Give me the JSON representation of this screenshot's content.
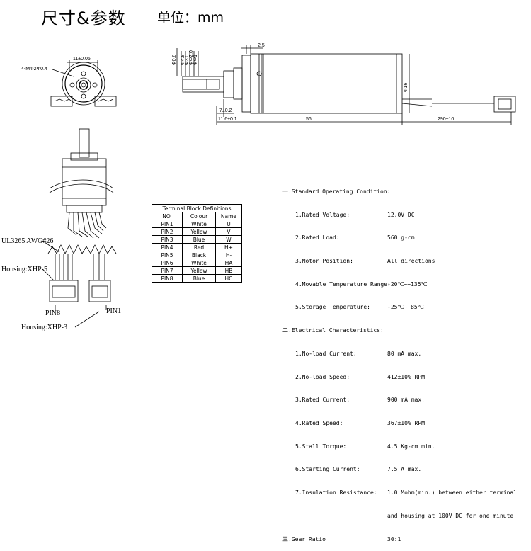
{
  "header": {
    "title": "尺寸&参数",
    "unit": "单位：mm"
  },
  "drawing": {
    "front_view": {
      "hole_callout": "4-MΦ2Φ0.4",
      "width_dim": "11±0.05"
    },
    "side_view": {
      "dims_left": [
        "Φ0.6",
        "Φ4.8",
        "Φ3.0",
        "ΦΦ2.0",
        "ΦΦ1"
      ],
      "dim_top": "2.5",
      "dim_shaft": "7±0.2",
      "dim_lead": "11.6±0.1",
      "dim_body": "56",
      "dim_wire": "290±10",
      "dim_diameter": "Φ16"
    },
    "wiring": {
      "cable": "UL3265 AWG#26",
      "housing_5": "Housing:XHP-5",
      "housing_3": "Housing:XHP-3",
      "pin8": "PIN8",
      "pin1": "PIN1"
    }
  },
  "terminal_table": {
    "caption": "Terminal Block Definitions",
    "headers": [
      "NO.",
      "Colour",
      "Name"
    ],
    "rows": [
      [
        "PIN1",
        "White",
        "U"
      ],
      [
        "PIN2",
        "Yellow",
        "V"
      ],
      [
        "PIN3",
        "Blue",
        "W"
      ],
      [
        "PIN4",
        "Red",
        "H+"
      ],
      [
        "PIN5",
        "Black",
        "H-"
      ],
      [
        "PIN6",
        "White",
        "HA"
      ],
      [
        "PIN7",
        "Yellow",
        "HB"
      ],
      [
        "PIN8",
        "Blue",
        "HC"
      ]
    ]
  },
  "specs": {
    "s1": "一.Standard Operating Condition:",
    "items1": [
      [
        "1.Rated Voltage:",
        "12.0V DC"
      ],
      [
        "2.Rated Load:",
        "560 g-cm"
      ],
      [
        "3.Motor Position:",
        "All directions"
      ],
      [
        "4.Movable Temperature Range:",
        "-20℃~+135℃"
      ],
      [
        "5.Storage Temperature:",
        "-25℃~+85℃"
      ]
    ],
    "s2": "二.Electrical Characteristics:",
    "items2": [
      [
        "1.No-load Current:",
        "80 mA max."
      ],
      [
        "2.No-load Speed:",
        "412±10% RPM"
      ],
      [
        "3.Rated Current:",
        "900 mA max."
      ],
      [
        "4.Rated Speed:",
        "367±10% RPM"
      ],
      [
        "5.Stall Torque:",
        "4.5 Kg-cm min."
      ],
      [
        "6.Starting Current:",
        "7.5 A max."
      ],
      [
        "7.Insulation Resistance:",
        "1.0 Mohm(min.) between either terminal"
      ]
    ],
    "insulation_cont": "and housing at 100V DC for one minute",
    "s3": "三.Gear Ratio",
    "gear_ratio": "30:1"
  }
}
